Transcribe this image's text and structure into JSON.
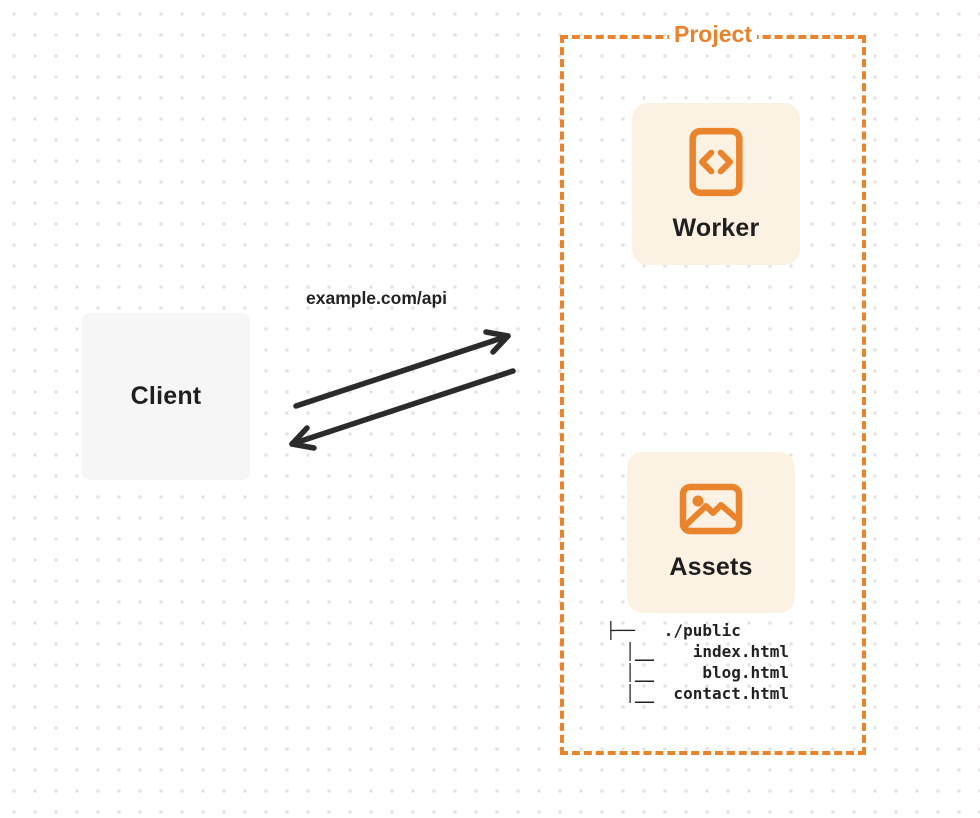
{
  "client": {
    "label": "Client"
  },
  "request": {
    "url_label": "example.com/api"
  },
  "project": {
    "label": "Project",
    "worker": {
      "label": "Worker",
      "icon": "code-file-icon"
    },
    "assets": {
      "label": "Assets",
      "icon": "image-icon"
    },
    "file_tree": {
      "root": "./public",
      "files": [
        "index.html",
        "blog.html",
        "contact.html"
      ],
      "text": "├──   ./public\n  │__    index.html\n  │__     blog.html\n  │__  contact.html"
    }
  },
  "colors": {
    "accent_orange": "#EA842C",
    "node_fill": "#FCF2E3",
    "client_fill": "#F6F6F6",
    "arrow": "#2B2B2B",
    "text_dark": "#1F1F1F",
    "dot_grid": "#E5E3E3"
  }
}
